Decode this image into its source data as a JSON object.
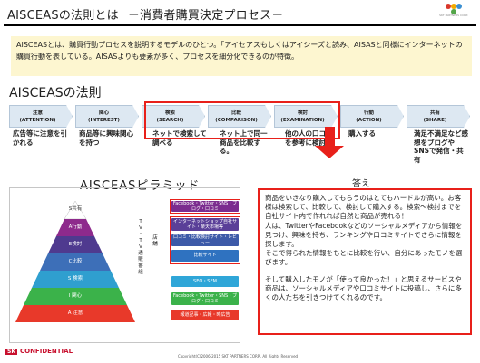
{
  "title": {
    "main": "AISCEASの法則とは",
    "sub": "－消費者購買決定プロセス－"
  },
  "logo": {
    "text": "SKT PARTNERS CORP.",
    "colors": [
      "#d9382c",
      "#f2a900",
      "#3b8fd1",
      "#53a548"
    ]
  },
  "intro": "AISCEASとは、購買行動プロセスを説明するモデルのひとつ。「アイセアスもしくはアイシーズと読み、AISASと同様にインターネットの購買行動を表している。AISASよりも要素が多く、プロセスを細分化できるのが特徴。",
  "law_heading": "AISCEASの法則",
  "steps": [
    {
      "jp": "注意",
      "en": "(ATTENTION)",
      "desc": "広告等に注意を引かれる"
    },
    {
      "jp": "関心",
      "en": "(INTEREST)",
      "desc": "商品等に興味関心を持つ"
    },
    {
      "jp": "検索",
      "en": "(SEARCH)",
      "desc": "ネットで検索して調べる"
    },
    {
      "jp": "比較",
      "en": "(COMPARISON)",
      "desc": "ネット上で同一商品を比較する。"
    },
    {
      "jp": "検討",
      "en": "(EXAMINATION)",
      "desc": "他の人の口コミを参考に検討"
    },
    {
      "jp": "行動",
      "en": "(ACTION)",
      "desc": "購入する"
    },
    {
      "jp": "共有",
      "en": "(SHARE)",
      "desc": "満足不満足など感想をブログやSNSで発信・共有"
    }
  ],
  "pyramid_heading": "AISCEASピラミッド",
  "answer_heading": "答え",
  "pyramid": {
    "layers": [
      {
        "label": "S共有",
        "color": "#ffffff"
      },
      {
        "label": "A行動",
        "color": "#8e2a8c"
      },
      {
        "label": "E検討",
        "color": "#4f3a8f"
      },
      {
        "label": "C比較",
        "color": "#3d6fb8"
      },
      {
        "label": "S 検索",
        "color": "#2f9fcf"
      },
      {
        "label": "I 関心",
        "color": "#3bb24a"
      },
      {
        "label": "A 注意",
        "color": "#e8392a"
      }
    ],
    "tv_label": "T V ・ T V 通 販 番 組",
    "store_label": "店 舗",
    "media": [
      {
        "label": "Facebook・Twitter・SNS・ブログ・口コミ",
        "color": "#7b2c8f"
      },
      {
        "label": "インターネットショップ自社サイト・楽天市場等",
        "color": "#5a3f98"
      },
      {
        "label": "口コミ・比較検討サイト・レビュー",
        "color": "#3d5aa8"
      },
      {
        "label": "比較サイト",
        "color": "#2f72c0"
      },
      {
        "label": "SEO・SEM",
        "color": "#2fa6d8"
      },
      {
        "label": "Facebook・Twitter・SNS・ブログ・口コミ",
        "color": "#3bb24a"
      },
      {
        "label": "報道記事・広報・時広告",
        "color": "#e8392a"
      }
    ]
  },
  "answer": {
    "p1": "商品をいきなり購入してもらうのはとてもハードルが高い。お客様は検索して、比較して、検討して購入する。検索～検討までを自社サイト内で作れれば自然と商品が売れる！",
    "p2": "人は、TwitterやFacebookなどのソーシャルメディアから情報を見つけ、興味を持ち、ランキングや口コミサイトでさらに情報を探します。",
    "p3": "そこで得られた情報をもとに比較を行い、自分にあったモノを選びます。",
    "p4": "そして購入したモノが「使って良かった！」と思えるサービスや商品は、ソーシャルメディアや口コミサイトに投稿し、さらに多くの人たちを引きつけてくれるのです。"
  },
  "footer": {
    "badge": "SK",
    "confidential": "CONFIDENTIAL",
    "copyright": "Copyright(C)2006-2015 SKT PARTNERS CORP., All Rights Reserved"
  },
  "colors": {
    "accent_red": "#e8201a",
    "intro_bg": "#fdf6d0",
    "step_bg": "#dde8f2"
  }
}
